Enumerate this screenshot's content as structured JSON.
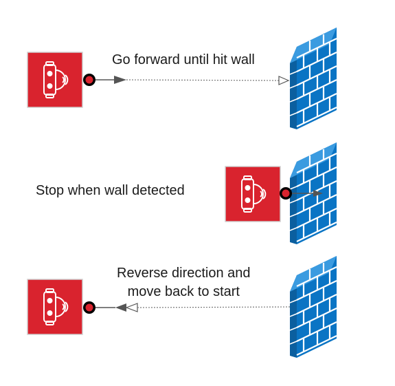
{
  "steps": [
    {
      "label": "Go forward until hit wall",
      "arrow": "forward"
    },
    {
      "label": "Stop when wall detected",
      "arrow": "stop"
    },
    {
      "label_lines": [
        "Reverse direction and",
        "move back to start"
      ],
      "arrow": "reverse"
    }
  ],
  "colors": {
    "robot_box": "#d9232e",
    "robot_stroke": "#ffffff",
    "sensor_dot": "#d9232e",
    "wall_front": "#0a74c4",
    "wall_side": "#0b5f9f",
    "wall_top": "#3b9be0",
    "mortar": "#ffffff",
    "arrow": "#555555"
  }
}
